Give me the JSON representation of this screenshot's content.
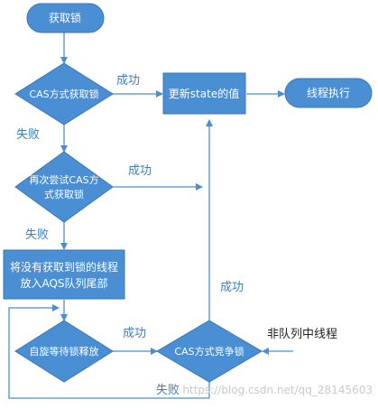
{
  "colors": {
    "node_fill": "#4a8fd4",
    "node_stroke": "#3a77b8",
    "arrow": "#4a8fd4",
    "edge_label": "#3a7fc2"
  },
  "nodes": {
    "start": "获取锁",
    "cas_acquire": "CAS方式获取锁",
    "update_state": "更新state的值",
    "thread_exec": "线程执行",
    "retry_line1": "再次尝试CAS方",
    "retry_line2": "式获取锁",
    "enqueue_line1": "将没有获取到锁的线程",
    "enqueue_line2": "放入AQS队列尾部",
    "spin_wait": "自旋等待锁释放",
    "cas_compete": "CAS方式竞争锁"
  },
  "edges": {
    "success_1": "成功",
    "fail_1": "失败",
    "success_2": "成功",
    "fail_2": "失败",
    "success_3": "成功",
    "success_4": "成功",
    "fail_3": "失败"
  },
  "external": {
    "non_queue_thread": "非队列中线程"
  },
  "watermark": "https://blog.csdn.net/qq_28145603"
}
